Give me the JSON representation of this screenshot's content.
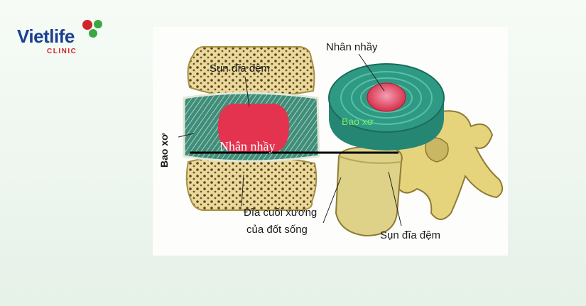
{
  "logo": {
    "word": "Vietlife",
    "sub": "CLINIC",
    "colors": [
      "#d2232a",
      "#3aa842",
      "#1a3f8f"
    ]
  },
  "labels": {
    "top_cartilage": "Sụn đĩa đệm",
    "annulus_vertical": "Bao xơ",
    "nucleus_overlay": "Nhân nhầy",
    "nucleus_right": "Nhân nhầy",
    "annulus_right": "Bao xơ",
    "endplate_line1": "Đĩa cuối xương",
    "endplate_line2": "của đốt sống",
    "bottom_cartilage": "Sụn đĩa đệm"
  },
  "colors": {
    "nucleus": "#e2334f",
    "annulus": "#2e9a83",
    "bone": "#e8d99a",
    "bone_pore": "#5a4325"
  }
}
